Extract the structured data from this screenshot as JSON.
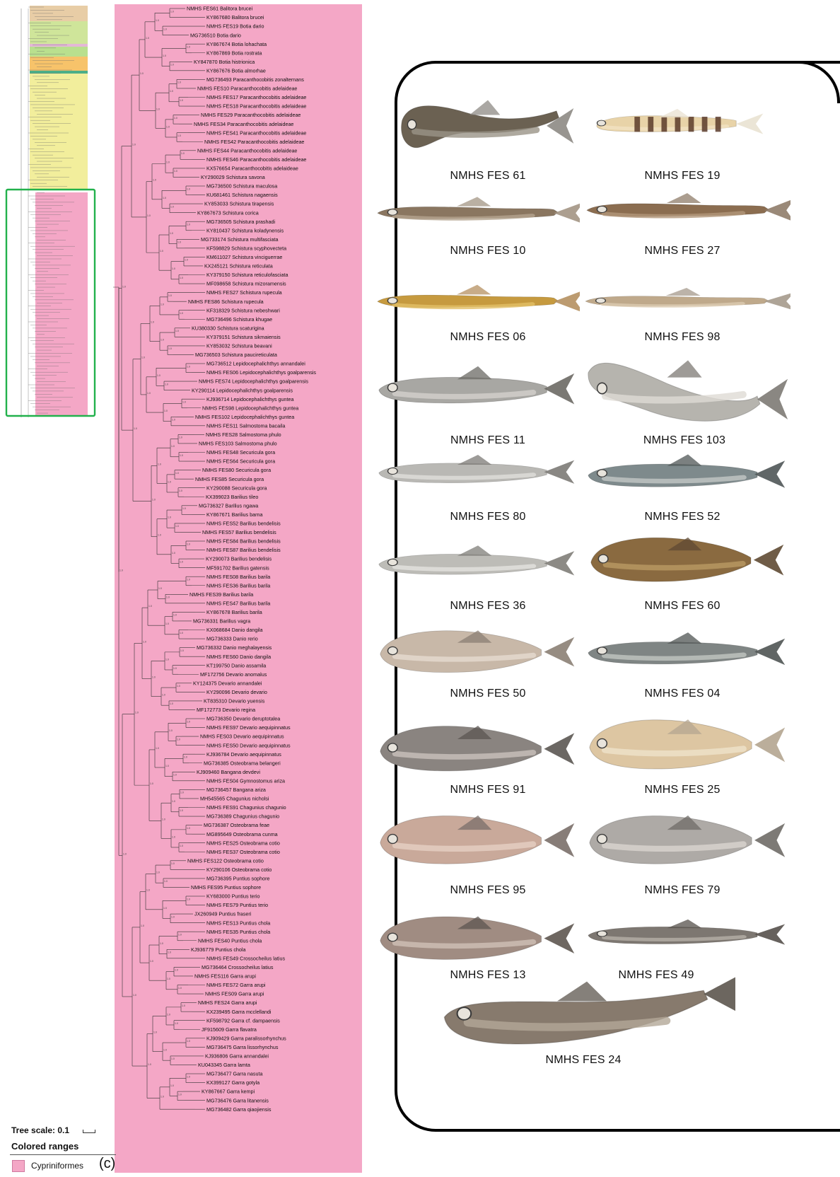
{
  "tree": {
    "scale_label": "Tree scale: 0.1",
    "colored_ranges_title": "Colored ranges",
    "clade_label": "Cypriniformes",
    "panel_letter": "(c)",
    "clade_color": "#f4a7c6",
    "bootstrap_label": "1.0",
    "mini_range_colors": [
      "#e8cda6",
      "#cfe59a",
      "#b9e08e",
      "#e4b8d6",
      "#f7c36a",
      "#4caf88",
      "#f2ee9c"
    ],
    "tips": [
      "NMHS FES61 Balitora brucei",
      "KY867680 Balitora brucei",
      "NMHS FES19 Botia dario",
      "MG736510 Botia dario",
      "KY867674 Botia lohachata",
      "KY867869 Botia rostrata",
      "KY847870 Botia histrionica",
      "KY867676 Botia almorhae",
      "MG736493 Paracanthocobitis zonalternans",
      "NMHS FES10 Paracanthocobitis adelaideae",
      "NMHS FES17 Paracanthocobitis adelaideae",
      "NMHS FES18 Paracanthocobitis adelaideae",
      "NMHS FES29 Paracanthocobitis adelaideae",
      "NMHS FES34 Paracanthocobitis adelaideae",
      "NMHS FES41 Paracanthocobitis adelaideae",
      "NMHS FES42 Paracanthocobitis adelaideae",
      "NMHS FES44 Paracanthocobitis adelaideae",
      "NMHS FES46 Paracanthocobitis adelaideae",
      "KX576654 Paracanthocobitis adelaideae",
      "KY290029 Schistura savona",
      "MG736500 Schistura maculosa",
      "KU681461 Schistura nagaensis",
      "KY853033 Schistura tirapensis",
      "KY867673 Schistura corica",
      "MG736505 Schistura prashadi",
      "KY810437 Schistura koladynensis",
      "MG733174 Schistura multifasciata",
      "KF598829 Schistura scyphovecteta",
      "KM611027 Schistura vinciguerrae",
      "KX245121 Schistura reticulata",
      "KY379150 Schistura reticulofasciata",
      "MF098658 Schistura mizoramensis",
      "NMHS FES27 Schistura rupecula",
      "NMHS FES86 Schistura rupecula",
      "KF318329 Schistura nebeshwari",
      "MG736496 Schistura khugae",
      "KU380330 Schistura scaturigina",
      "KY379151 Schistura sikmaiensis",
      "KY853032 Schistura beavani",
      "MG736503 Schistura paucireticulata",
      "MG736512 Lepidocephalichthys annandalei",
      "NMHS FES06 Lepidocephalichthys goalparensis",
      "NMHS FES74 Lepidocephalichthys goalparensis",
      "KY290114 Lepidocephalichthys goalparensis",
      "KJ936714 Lepidocephalichthys guntea",
      "NMHS FES98 Lepidocephalichthys guntea",
      "NMHS FES102 Lepidocephalichthys guntea",
      "NMHS FES11 Salmostoma bacaila",
      "NMHS FES28 Salmostoma phulo",
      "NMHS FES103 Salmostoma phulo",
      "NMHS FES48 Securicula gora",
      "NMHS FES64 Securicula gora",
      "NMHS FES80 Securicula gora",
      "NMHS FES85 Securicula gora",
      "KY290088 Securicula gora",
      "KX399023 Barilius tileo",
      "MG736327 Barilius ngawa",
      "KY867671 Barilius barna",
      "NMHS FES52 Barilius bendelisis",
      "NMHS FES57 Barilius bendelisis",
      "NMHS FES84 Barilius bendelisis",
      "NMHS FES87 Barilius bendelisis",
      "KY290073 Barilius bendelisis",
      "MF591702 Barilius gatensis",
      "NMHS FES08 Barilius barila",
      "NMHS FES36 Barilius barila",
      "NMHS FES39 Barilius barila",
      "NMHS FES47 Barilius barila",
      "KY867678 Barilius barila",
      "MG736331 Barilius vagra",
      "KX068684 Danio dangila",
      "MG736333 Danio rerio",
      "MG736332 Danio meghalayensis",
      "NMHS FES60 Danio dangila",
      "KT199750 Danio assamila",
      "MF172756 Devario anomalus",
      "KY124375 Devario annandalei",
      "KY290096 Devario devario",
      "KT835310 Devario yuensis",
      "MF172773 Devario regina",
      "MG736350 Devario deruptotalea",
      "NMHS FES97 Devario aequipinnatus",
      "NMHS FES03 Devario aequipinnatus",
      "NMHS FES50 Devario aequipinnatus",
      "KJ936784 Devario aequipinnatus",
      "MG736385 Osteobrama belangeri",
      "KJ909460 Bangana devdevi",
      "NMHS FES04 Gymnostomus ariza",
      "MG736457 Bangana ariza",
      "MH545565 Chagunius nicholsi",
      "NMHS FES91 Chagunius chagunio",
      "MG736389 Chagunius chagunio",
      "MG736387 Osteobrama feae",
      "MG895649 Osteobrama cunma",
      "NMHS FES25 Osteobrama cotio",
      "NMHS FES37 Osteobrama cotio",
      "NMHS FES122 Osteobrama cotio",
      "KY290106 Osteobrama cotio",
      "MG736395 Puntius sophore",
      "NMHS FES95 Puntius sophore",
      "KY683000 Puntius terio",
      "NMHS FES79 Puntius terio",
      "JX260949 Puntius fraseri",
      "NMHS FES13 Puntius chola",
      "NMHS FES35 Puntius chola",
      "NMHS FES40 Puntius chola",
      "KJ936779 Puntius chola",
      "NMHS FES49 Crossocheilus latius",
      "MG736464 Crossocheilus latius",
      "NMHS FES116 Garra arupi",
      "NMHS FES72 Garra arupi",
      "NMHS FES09 Garra arupi",
      "NMHS FES24 Garra arupi",
      "KX239495 Garra mcclellandi",
      "KF598792 Garra cf. dampaensis",
      "JF915609 Garra flavatra",
      "KJ909429 Garra paralissorhynchus",
      "MG736475 Garra lissorhynchus",
      "KJ936806 Garra annandalei",
      "KU043345 Garra lamta",
      "MG736477 Garra nasuta",
      "KX399127 Garra gotyla",
      "KY867667 Garra kempi",
      "MG736476 Garra litanensis",
      "MG736482 Garra qiaojiensis"
    ]
  },
  "specimens": [
    {
      "label": "NMHS FES 61",
      "body": "#6b6152",
      "belly": "#9a9387",
      "fin": "#8d8a84",
      "shape": "loach-flat"
    },
    {
      "label": "NMHS FES 19",
      "body": "#e8d3a8",
      "belly": "#f1e2c2",
      "fin": "#e9e2d2",
      "shape": "banded"
    },
    {
      "label": "NMHS FES 10",
      "body": "#8a7660",
      "belly": "#b4a48e",
      "fin": "#a39584",
      "shape": "eel"
    },
    {
      "label": "NMHS FES 27",
      "body": "#8b6d50",
      "belly": "#b29679",
      "fin": "#8f7c69",
      "shape": "eel"
    },
    {
      "label": "NMHS FES 06",
      "body": "#c69a3f",
      "belly": "#e2bf66",
      "fin": "#b59060",
      "shape": "eel"
    },
    {
      "label": "NMHS FES 98",
      "body": "#bfa98b",
      "belly": "#dccbb0",
      "fin": "#a59a8c",
      "shape": "eel"
    },
    {
      "label": "NMHS FES 11",
      "body": "#a8a7a3",
      "belly": "#d3d1cc",
      "fin": "#6b6964",
      "shape": "minnow"
    },
    {
      "label": "NMHS FES 103",
      "body": "#b6b4ae",
      "belly": "#dedbd4",
      "fin": "#7d7a74",
      "shape": "curved"
    },
    {
      "label": "NMHS FES 80",
      "body": "#b9b8b4",
      "belly": "#e0dfdb",
      "fin": "#7c7a75",
      "shape": "minnow"
    },
    {
      "label": "NMHS FES 52",
      "body": "#7e8a8c",
      "belly": "#c3c7c5",
      "fin": "#4f5556",
      "shape": "minnow"
    },
    {
      "label": "NMHS FES 36",
      "body": "#bdbcb7",
      "belly": "#e3e2de",
      "fin": "#7f7d78",
      "shape": "minnow"
    },
    {
      "label": "NMHS FES 60",
      "body": "#8a6a40",
      "belly": "#b99a63",
      "fin": "#5f4a33",
      "shape": "deep"
    },
    {
      "label": "NMHS FES 50",
      "body": "#c8b8a8",
      "belly": "#e6dbd0",
      "fin": "#8b7f74",
      "shape": "deep"
    },
    {
      "label": "NMHS FES 04",
      "body": "#7f8584",
      "belly": "#c2c5c2",
      "fin": "#4f5453",
      "shape": "minnow"
    },
    {
      "label": "NMHS FES 91",
      "body": "#8a8480",
      "belly": "#c9c2bb",
      "fin": "#5b5652",
      "shape": "deep"
    },
    {
      "label": "NMHS FES 25",
      "body": "#ddc6a2",
      "belly": "#efe2ca",
      "fin": "#b4a590",
      "shape": "deep"
    },
    {
      "label": "NMHS FES 95",
      "body": "#c9a99a",
      "belly": "#e6cfc3",
      "fin": "#7a6f69",
      "shape": "deep"
    },
    {
      "label": "NMHS FES 79",
      "body": "#aeaaa6",
      "belly": "#d9d5d0",
      "fin": "#6f6b67",
      "shape": "deep"
    },
    {
      "label": "NMHS FES 13",
      "body": "#a08c82",
      "belly": "#cfc0b6",
      "fin": "#5e5650",
      "shape": "deep"
    },
    {
      "label": "NMHS FES 49",
      "body": "#7d7771",
      "belly": "#b5afa8",
      "fin": "#55504b",
      "shape": "minnow"
    },
    {
      "label": "NMHS FES 24",
      "body": "#877a6d",
      "belly": "#b3a797",
      "fin": "#5c554e",
      "shape": "garra"
    }
  ]
}
